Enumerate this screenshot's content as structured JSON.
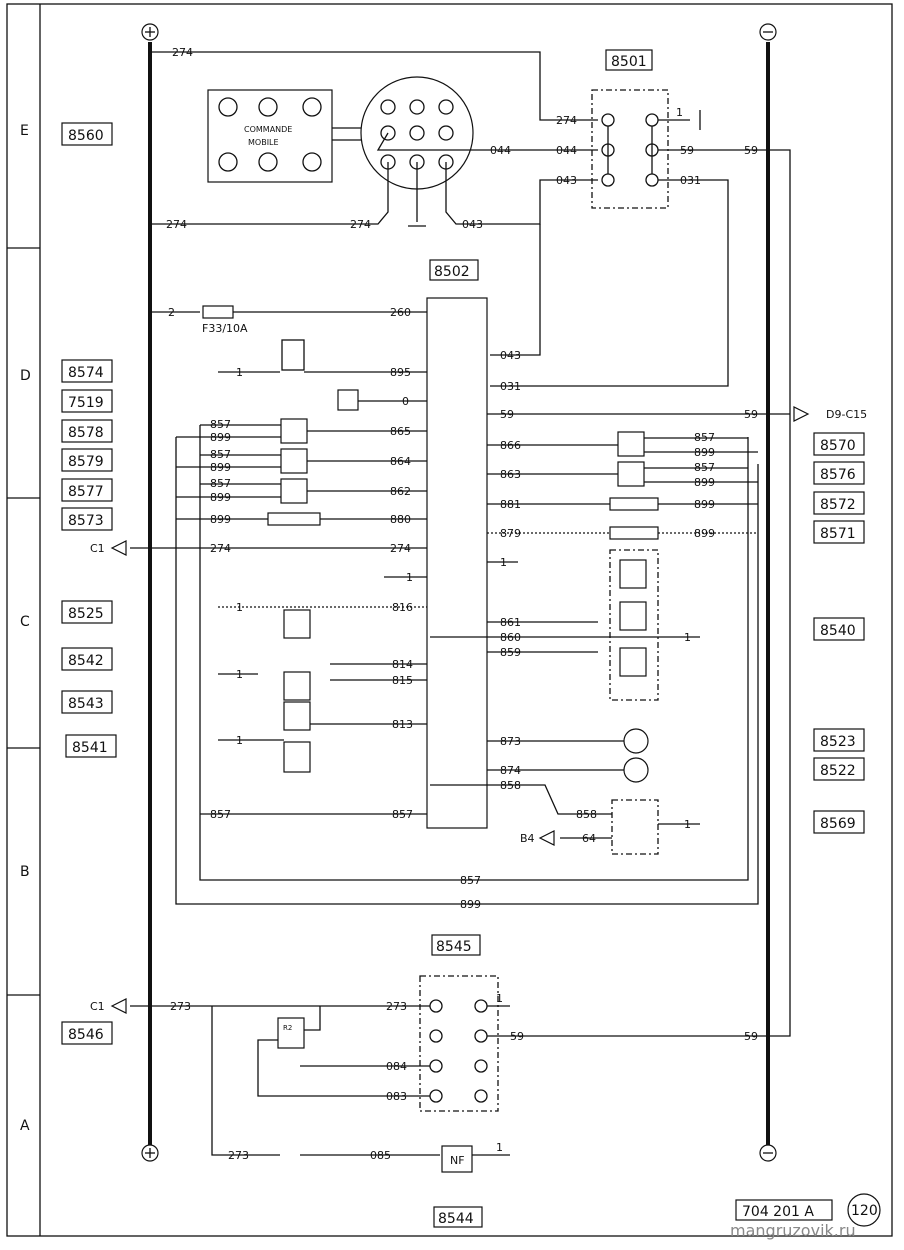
{
  "rows": [
    "E",
    "D",
    "C",
    "B",
    "A"
  ],
  "left_codes": [
    "8560",
    "8574",
    "7519",
    "8578",
    "8579",
    "8577",
    "8573",
    "8525",
    "8542",
    "8543",
    "8541",
    "8546"
  ],
  "right_codes": [
    "8570",
    "8576",
    "8572",
    "8571",
    "8540",
    "8523",
    "8522",
    "8569"
  ],
  "components": {
    "c8501": "8501",
    "c8502": "8502",
    "c8545": "8545",
    "c8544": "8544",
    "command_line1": "COMMANDE",
    "command_line2": "MOBILE",
    "relay": "R2",
    "nf": "NF",
    "fuse": "F33/10A"
  },
  "connectors": {
    "c1": "C1",
    "b4": "B4",
    "d9": "D9-C15"
  },
  "wires": {
    "w274": "274",
    "w044": "044",
    "w043": "043",
    "w031": "031",
    "w059": "59",
    "w260": "260",
    "w895": "895",
    "w0": "0",
    "w857": "857",
    "w899": "899",
    "w865": "865",
    "w864": "864",
    "w862": "862",
    "w880": "880",
    "w816": "816",
    "w814": "814",
    "w815": "815",
    "w813": "813",
    "w866": "866",
    "w863": "863",
    "w881": "881",
    "w879": "879",
    "w861": "861",
    "w860": "860",
    "w859": "859",
    "w873": "873",
    "w874": "874",
    "w858": "858",
    "w064": "64",
    "w273": "273",
    "w084": "084",
    "w083": "083",
    "w085": "085",
    "n1": "1",
    "n2": "2"
  },
  "footer": {
    "ref": "704 201 A",
    "page": "120",
    "watermark": "mangruzovik.ru"
  }
}
